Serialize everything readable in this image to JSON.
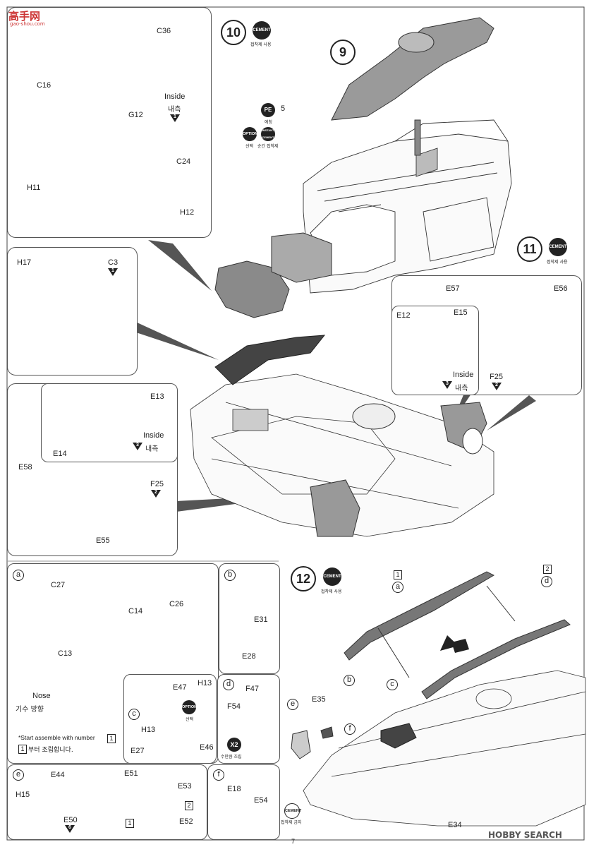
{
  "watermark": {
    "logo": "高手网",
    "url": "gao-shou.com",
    "footer": "HOBBY SEARCH"
  },
  "page_number": "7",
  "steps": {
    "s9": {
      "number": "9"
    },
    "s10": {
      "number": "10",
      "cement": "CEMENT",
      "cement_ko": "접착제 사용"
    },
    "s11": {
      "number": "11",
      "cement": "CEMENT",
      "cement_ko": "접착제 사용"
    },
    "s12": {
      "number": "12",
      "cement": "CEMENT",
      "cement_ko": "접착제 사용"
    }
  },
  "badges": {
    "pe": "PE",
    "pe_ko": "에칭",
    "pe_part": "5",
    "option": "OPTION",
    "option_ko": "선택",
    "instant": "INSTANT CEMENT",
    "instant_ko": "순간 접착제",
    "option2": "OPTION",
    "option2_ko": "선택",
    "x2": "X2",
    "x2_ko": "수만큼 조립",
    "nocement": "CEMENT",
    "nocement_ko": "접착제 금지"
  },
  "panel_top_left": {
    "labels": [
      "C36",
      "C16",
      "G12",
      "C24",
      "H11",
      "H12"
    ],
    "inside": "Inside",
    "inside_ko": "내측",
    "inside_num": "1"
  },
  "panel_h17": {
    "labels": [
      "H17",
      "C3"
    ],
    "c3_num": "1"
  },
  "panel_e13": {
    "labels": [
      "E13",
      "E14",
      "E58",
      "E55",
      "F25"
    ],
    "inside": "Inside",
    "inside_ko": "내측",
    "inside_num": "3",
    "f25_num": "2"
  },
  "panel_step11": {
    "labels": [
      "E57",
      "E56",
      "E12",
      "E15",
      "F25"
    ],
    "inside": "Inside",
    "inside_ko": "내측",
    "inside_num": "3",
    "f25_num": "2"
  },
  "skid_panels": {
    "a": {
      "letter": "a",
      "labels": [
        "C27",
        "C14",
        "C26",
        "C13"
      ],
      "nose": "Nose",
      "nose_ko": "기수 방향",
      "note": "*Start assemble with number",
      "note_num": "1",
      "note_ko": "부터 조립합니다."
    },
    "b": {
      "letter": "b",
      "labels": [
        "E31",
        "E28"
      ]
    },
    "c": {
      "letter": "c",
      "labels": [
        "E47",
        "H13",
        "H13",
        "E27",
        "E46"
      ]
    },
    "d": {
      "letter": "d",
      "labels": [
        "F47",
        "F54"
      ]
    },
    "e": {
      "letter": "e",
      "labels": [
        "E44",
        "H15",
        "E50",
        "E51",
        "E53",
        "E52"
      ],
      "e50_num": "6",
      "sq2": "2",
      "sq1": "1"
    },
    "f": {
      "letter": "f",
      "labels": [
        "E18",
        "E54"
      ]
    }
  },
  "step12": {
    "refs": [
      "a",
      "b",
      "c",
      "d",
      "e",
      "f"
    ],
    "labels": [
      "E35",
      "E34"
    ],
    "sq1": "1",
    "sq2": "2"
  }
}
